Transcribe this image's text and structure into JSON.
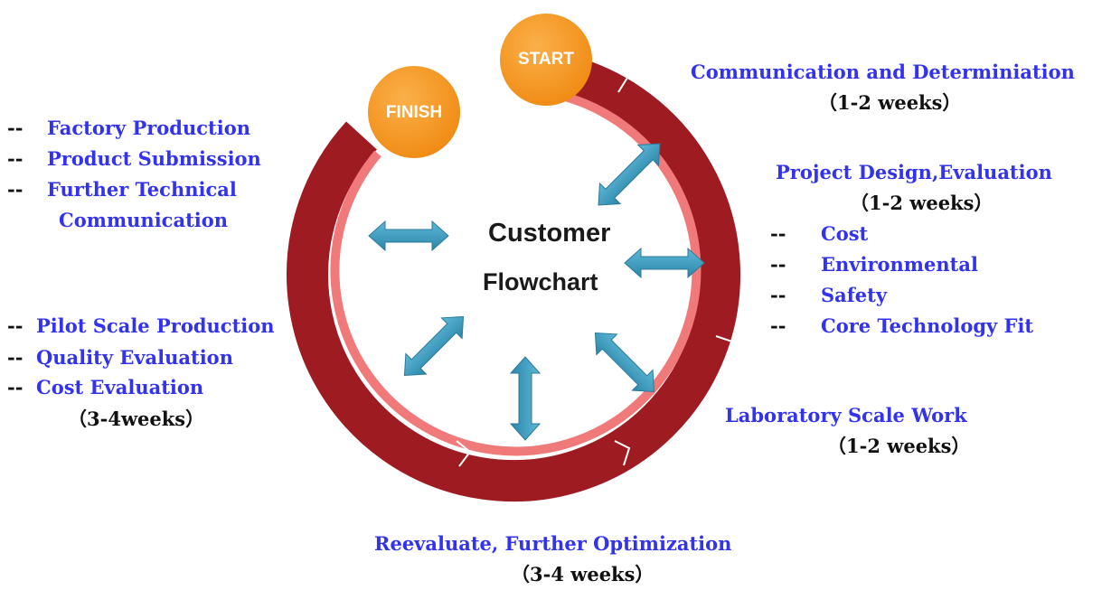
{
  "badges": {
    "start": "START",
    "finish": "FINISH"
  },
  "center": {
    "line1": "Customer",
    "line2": "Flowchart"
  },
  "stages": {
    "communication": {
      "title": "Communication and Determiniation",
      "duration": "（1-2 weeks）"
    },
    "design": {
      "title": "Project Design,Evaluation",
      "duration": "（1-2 weeks）",
      "items": [
        "Cost",
        "Environmental",
        "Safety",
        "Core Technology Fit"
      ]
    },
    "laboratory": {
      "title": "Laboratory Scale Work",
      "duration": "（1-2 weeks）"
    },
    "reevaluate": {
      "title": "Reevaluate, Further Optimization",
      "duration": "（3-4 weeks）"
    },
    "pilot": {
      "items": [
        "Pilot Scale Production",
        "Quality Evaluation",
        "Cost Evaluation"
      ],
      "duration": "（3-4weeks）"
    },
    "factory": {
      "items": [
        "Factory Production",
        "Product Submission",
        "Further Technical",
        "Communication"
      ]
    }
  },
  "colors": {
    "ring_dark": "#9e1b22",
    "ring_light": "#f07a7a",
    "badge": "#f5901e",
    "arrow": "#3a9bbf",
    "label_blue": "#3333ee"
  }
}
